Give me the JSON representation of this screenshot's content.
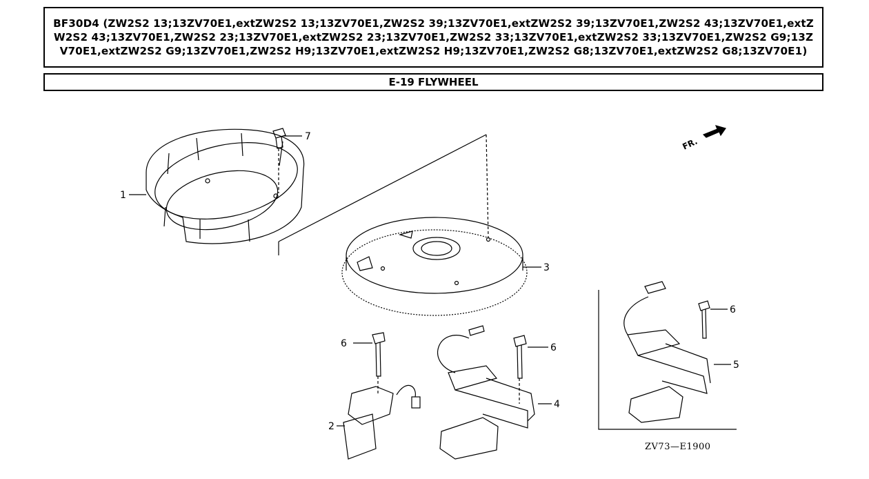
{
  "header": {
    "models": "BF30D4 (ZW2S2 13;13ZV70E1,extZW2S2 13;13ZV70E1,ZW2S2 39;13ZV70E1,extZW2S2 39;13ZV70E1,ZW2S2 43;13ZV70E1,extZW2S2 43;13ZV70E1,ZW2S2 23;13ZV70E1,extZW2S2 23;13ZV70E1,ZW2S2 33;13ZV70E1,extZW2S2 33;13ZV70E1,ZW2S2 G9;13ZV70E1,extZW2S2 G9;13ZV70E1,ZW2S2 H9;13ZV70E1,extZW2S2 H9;13ZV70E1,ZW2S2 G8;13ZV70E1,extZW2S2 G8;13ZV70E1)"
  },
  "section": {
    "title": "E-19 FLYWHEEL"
  },
  "diagram": {
    "direction_label": "FR.",
    "figure_code": "ZV73—E1900",
    "callouts": {
      "c1": "1",
      "c2": "2",
      "c3": "3",
      "c4": "4",
      "c5": "5",
      "c6a": "6",
      "c6b": "6",
      "c6c": "6",
      "c7": "7"
    }
  },
  "colors": {
    "line": "#000000",
    "background": "#ffffff"
  }
}
